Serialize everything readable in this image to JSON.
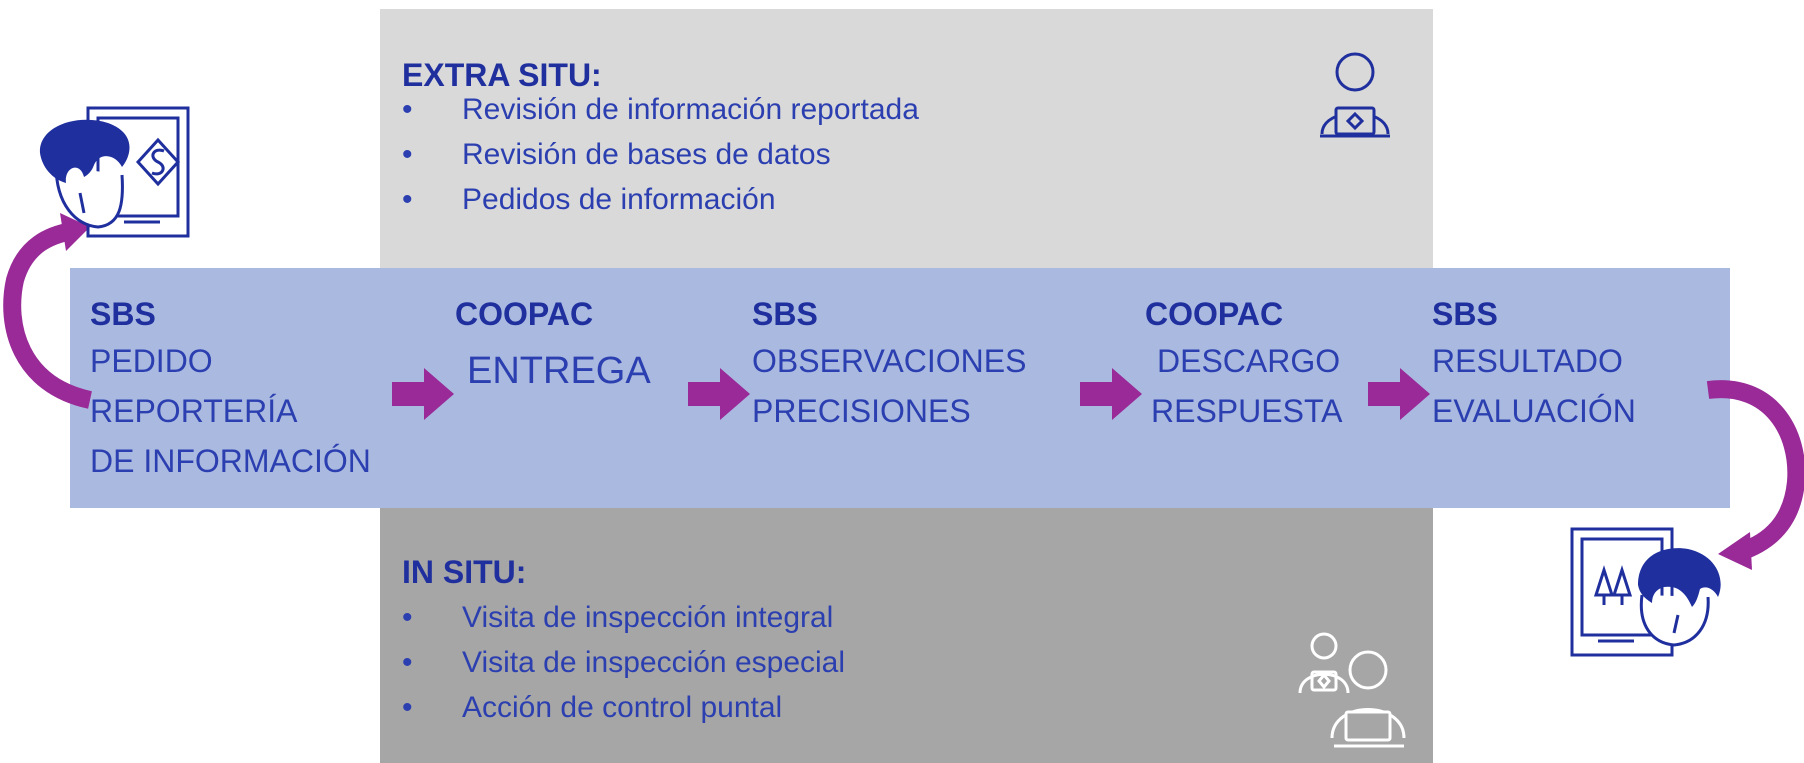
{
  "extra_situ": {
    "title": "EXTRA SITU:",
    "items": [
      "Revisión de información reportada",
      "Revisión de bases de datos",
      "Pedidos de información"
    ],
    "icon": "person-laptop-icon"
  },
  "in_situ": {
    "title": "IN SITU:",
    "items": [
      "Visita de inspección integral",
      "Visita de inspección especial",
      "Acción de control puntal"
    ],
    "icon": "two-people-laptop-icon"
  },
  "steps": [
    {
      "actor": "SBS",
      "lines": [
        "PEDIDO",
        "REPORTERÍA",
        "DE INFORMACIÓN"
      ]
    },
    {
      "actor": "COOPAC",
      "lines": [
        "ENTREGA"
      ]
    },
    {
      "actor": "SBS",
      "lines": [
        "OBSERVACIONES",
        "PRECISIONES"
      ]
    },
    {
      "actor": "COOPAC",
      "lines": [
        "DESCARGO",
        "RESPUESTA"
      ]
    },
    {
      "actor": "SBS",
      "lines": [
        "RESULTADO",
        "EVALUACIÓN"
      ]
    }
  ],
  "colors": {
    "accent_arrow": "#992a97",
    "text_blue": "#1f2f9e",
    "band": "#aab9e0",
    "extra_panel": "#d9d9d9",
    "insitu_panel": "#a6a6a6"
  },
  "icons": {
    "left": "sbs-officer-document-icon",
    "right": "coopac-officer-document-icon"
  }
}
